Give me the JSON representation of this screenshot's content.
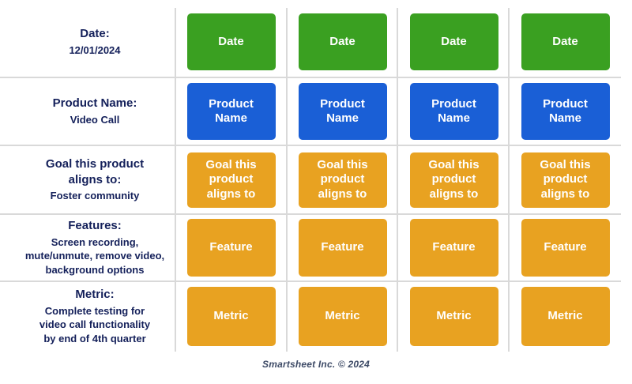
{
  "template": {
    "name": "product-roadmap-template",
    "columns_count": 4
  },
  "colors": {
    "date_green": "#3aa021",
    "product_blue": "#1a5fd6",
    "accent_orange": "#e8a221",
    "label_navy": "#14205a",
    "gridline_gray": "#d9d9d9",
    "card_text": "#ffffff",
    "footer_text": "#3d4a66"
  },
  "rows": [
    {
      "id": "date",
      "label_title": "Date:",
      "label_value": "12/01/2024",
      "box_label": "Date",
      "box_color": "#3aa021"
    },
    {
      "id": "product-name",
      "label_title": "Product Name:",
      "label_value": "Video Call",
      "box_label": "Product\nName",
      "box_color": "#1a5fd6"
    },
    {
      "id": "goal",
      "label_title": "Goal this product\naligns to:",
      "label_value": "Foster community",
      "box_label": "Goal this\nproduct\naligns to",
      "box_color": "#e8a221"
    },
    {
      "id": "features",
      "label_title": "Features:",
      "label_value": "Screen recording,\nmute/unmute, remove video,\nbackground options",
      "box_label": "Feature",
      "box_color": "#e8a221"
    },
    {
      "id": "metric",
      "label_title": "Metric:",
      "label_value": "Complete testing for\nvideo call functionality\nby end of 4th quarter",
      "box_label": "Metric",
      "box_color": "#e8a221"
    }
  ],
  "footer": {
    "text": "Smartsheet Inc. © 2024"
  }
}
